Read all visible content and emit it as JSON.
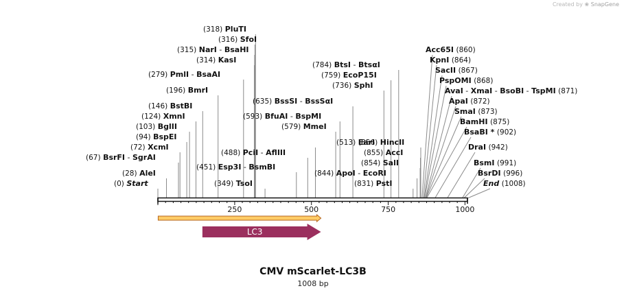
{
  "credit": {
    "prefix": "Created by",
    "brand": "SnapGene"
  },
  "map": {
    "title": "CMV mScarlet-LC3B",
    "length_label": "1008 bp",
    "sequence_length": 1008,
    "ruler_ticks": [
      "250",
      "500",
      "750",
      "1000"
    ],
    "colors": {
      "backbone": "#111111",
      "site_line": "#8a8a8a",
      "feature_lc3": "#9b2f5e",
      "orf_fill": "#ffcc66",
      "orf_stroke": "#b5651d"
    },
    "features": [
      {
        "name": "LC3",
        "start": 145,
        "end": 531,
        "direction": "forward"
      }
    ],
    "orf": {
      "start": 1,
      "end": 531,
      "direction": "forward"
    },
    "sites": [
      {
        "pos": "(318)",
        "pos_num": 318,
        "names": [
          "PluTI"
        ]
      },
      {
        "pos": "(316)",
        "pos_num": 316,
        "names": [
          "SfoI"
        ]
      },
      {
        "pos": "(315)",
        "pos_num": 315,
        "names": [
          "NarI",
          "BsaHI"
        ]
      },
      {
        "pos": "(314)",
        "pos_num": 314,
        "names": [
          "KasI"
        ]
      },
      {
        "pos": "(279)",
        "pos_num": 279,
        "names": [
          "PmlI",
          "BsaAI"
        ]
      },
      {
        "pos": "(196)",
        "pos_num": 196,
        "names": [
          "BmrI"
        ]
      },
      {
        "pos": "(146)",
        "pos_num": 146,
        "names": [
          "BstBI"
        ]
      },
      {
        "pos": "(124)",
        "pos_num": 124,
        "names": [
          "XmnI"
        ]
      },
      {
        "pos": "(103)",
        "pos_num": 103,
        "names": [
          "BglII"
        ]
      },
      {
        "pos": "(94)",
        "pos_num": 94,
        "names": [
          "BspEI"
        ]
      },
      {
        "pos": "(72)",
        "pos_num": 72,
        "names": [
          "XcmI"
        ]
      },
      {
        "pos": "(67)",
        "pos_num": 67,
        "names": [
          "BsrFI",
          "SgrAI"
        ]
      },
      {
        "pos": "(28)",
        "pos_num": 28,
        "names": [
          "AleI"
        ]
      },
      {
        "pos": "(0)",
        "pos_num": 0,
        "names": [
          "Start"
        ],
        "italic": true
      },
      {
        "pos": "(635)",
        "pos_num": 635,
        "names": [
          "BssSI",
          "BssSαI"
        ]
      },
      {
        "pos": "(593)",
        "pos_num": 593,
        "names": [
          "BfuAI",
          "BspMI"
        ]
      },
      {
        "pos": "(579)",
        "pos_num": 579,
        "names": [
          "MmeI"
        ]
      },
      {
        "pos": "(513)",
        "pos_num": 513,
        "names": [
          "EarI"
        ]
      },
      {
        "pos": "(488)",
        "pos_num": 488,
        "names": [
          "PciI",
          "AflIII"
        ]
      },
      {
        "pos": "(451)",
        "pos_num": 451,
        "names": [
          "Esp3I",
          "BsmBI"
        ]
      },
      {
        "pos": "(349)",
        "pos_num": 349,
        "names": [
          "TsoI"
        ]
      },
      {
        "pos": "(784)",
        "pos_num": 784,
        "names": [
          "BtsI",
          "BtsαI"
        ]
      },
      {
        "pos": "(759)",
        "pos_num": 759,
        "names": [
          "EcoP15I"
        ]
      },
      {
        "pos": "(736)",
        "pos_num": 736,
        "names": [
          "SphI"
        ]
      },
      {
        "pos": "(856)",
        "pos_num": 856,
        "names": [
          "HincII"
        ]
      },
      {
        "pos": "(855)",
        "pos_num": 855,
        "names": [
          "AccI"
        ]
      },
      {
        "pos": "(854)",
        "pos_num": 854,
        "names": [
          "SalI"
        ]
      },
      {
        "pos": "(844)",
        "pos_num": 844,
        "names": [
          "ApoI",
          "EcoRI"
        ]
      },
      {
        "pos": "(831)",
        "pos_num": 831,
        "names": [
          "PstI"
        ]
      },
      {
        "pos": "(860)",
        "pos_num": 860,
        "names": [
          "Acc65I"
        ],
        "pos_after": true
      },
      {
        "pos": "(864)",
        "pos_num": 864,
        "names": [
          "KpnI"
        ],
        "pos_after": true
      },
      {
        "pos": "(867)",
        "pos_num": 867,
        "names": [
          "SacII"
        ],
        "pos_after": true
      },
      {
        "pos": "(868)",
        "pos_num": 868,
        "names": [
          "PspOMI"
        ],
        "pos_after": true
      },
      {
        "pos": "(871)",
        "pos_num": 871,
        "names": [
          "AvaI",
          "XmaI",
          "BsoBI",
          "TspMI"
        ],
        "pos_after": true
      },
      {
        "pos": "(872)",
        "pos_num": 872,
        "names": [
          "ApaI"
        ],
        "pos_after": true
      },
      {
        "pos": "(873)",
        "pos_num": 873,
        "names": [
          "SmaI"
        ],
        "pos_after": true
      },
      {
        "pos": "(875)",
        "pos_num": 875,
        "names": [
          "BamHI"
        ],
        "pos_after": true
      },
      {
        "pos": "(902)",
        "pos_num": 902,
        "names": [
          "BsaBI *"
        ],
        "pos_after": true
      },
      {
        "pos": "(942)",
        "pos_num": 942,
        "names": [
          "DraI"
        ],
        "pos_after": true
      },
      {
        "pos": "(991)",
        "pos_num": 991,
        "names": [
          "BsmI"
        ],
        "pos_after": true
      },
      {
        "pos": "(996)",
        "pos_num": 996,
        "names": [
          "BsrDI"
        ],
        "pos_after": true
      },
      {
        "pos": "(1008)",
        "pos_num": 1008,
        "names": [
          "End"
        ],
        "pos_after": true,
        "italic": true
      }
    ]
  }
}
